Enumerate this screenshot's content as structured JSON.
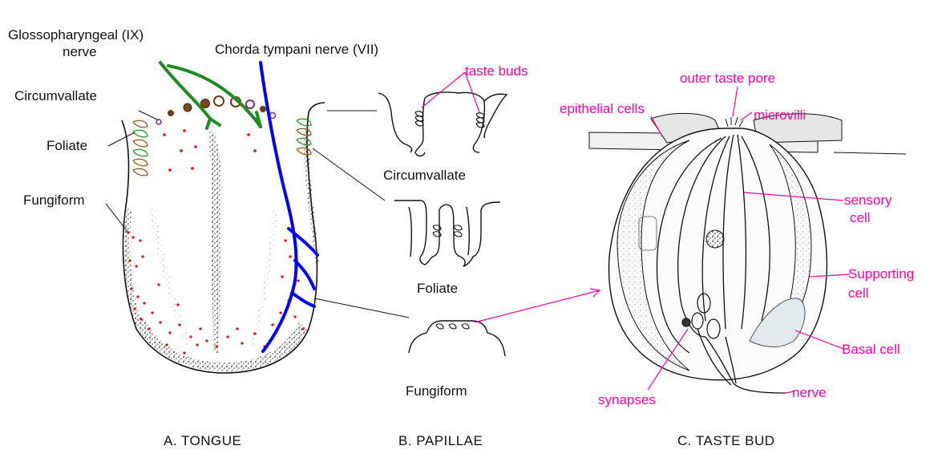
{
  "tongue": {
    "label_glosso": "Glossopharyngeal (IX)",
    "label_glosso2": "nerve",
    "label_chorda": "Chorda tympani nerve (VII)",
    "label_circumvallate": "Circumvallate",
    "label_foliate": "Foliate",
    "label_fungiform": "Fungiform",
    "caption": "A.  TONGUE"
  },
  "papillae": {
    "label_taste_buds": "taste buds",
    "label_circumvallate": "Circumvallate",
    "label_foliate": "Foliate",
    "label_fungiform": "Fungiform",
    "caption": "B. PAPILLAE"
  },
  "taste_bud": {
    "label_outer_pore": "outer taste pore",
    "label_epithelial": "epithelial cells",
    "label_microvilli": "microvilli",
    "label_sensory": "sensory",
    "label_sensory2": "cell",
    "label_supporting": "Supporting",
    "label_supporting2": "cell",
    "label_basal": "Basal cell",
    "label_synapses": "synapses",
    "label_nerve": "nerve",
    "caption": "C. TASTE BUD"
  },
  "colors": {
    "label_pink": "#ff00a8",
    "nerve_blue": "#0000ff",
    "nerve_green": "#1e8c1e",
    "papilla_red": "#ff0000",
    "outline": "#111111"
  }
}
